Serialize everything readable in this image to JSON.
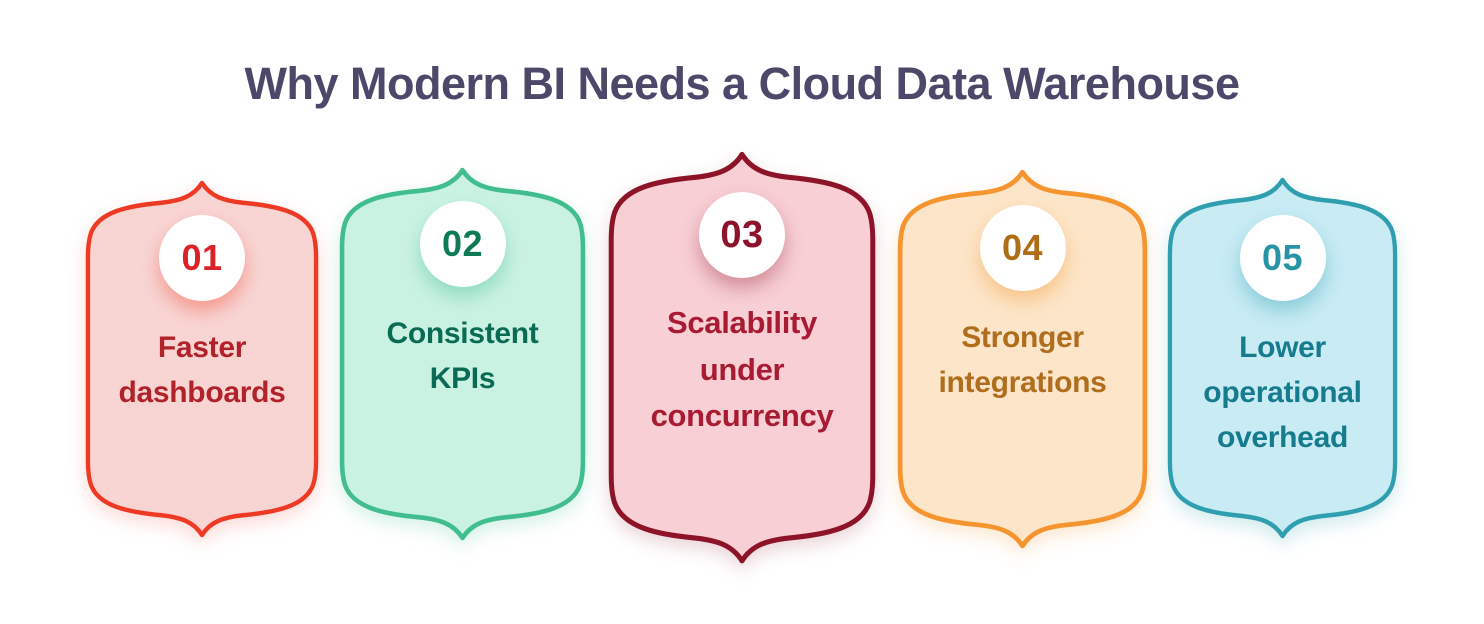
{
  "title": "Why Modern BI Needs a Cloud Data Warehouse",
  "colors": {
    "background": "#FFFFFF",
    "title": "#4B4869"
  },
  "cards": [
    {
      "number": "01",
      "label": "Faster\ndashboards",
      "colors": {
        "border": "#EE3A25",
        "fill": "#F8D5D3",
        "number": "#D92329",
        "text": "#B2222A",
        "shadow": "rgba(238,58,37,0.38)",
        "soft": "rgba(238,58,37,0.18)"
      }
    },
    {
      "number": "02",
      "label": "Consistent\nKPIs",
      "colors": {
        "border": "#41BD8E",
        "fill": "#CAF2E2",
        "number": "#0E7A55",
        "text": "#0A6B55",
        "shadow": "rgba(65,189,142,0.40)",
        "soft": "rgba(65,189,142,0.22)"
      }
    },
    {
      "number": "03",
      "label": "Scalability\nunder\nconcurrency",
      "colors": {
        "border": "#8C1328",
        "fill": "#F8CFD5",
        "number": "#8C132B",
        "text": "#A81B33",
        "shadow": "rgba(140,19,40,0.35)",
        "soft": "rgba(140,19,40,0.18)"
      }
    },
    {
      "number": "04",
      "label": "Stronger\nintegrations",
      "colors": {
        "border": "#F6952F",
        "fill": "#FCE5C8",
        "number": "#B06D15",
        "text": "#B06D1C",
        "shadow": "rgba(246,149,47,0.40)",
        "soft": "rgba(246,149,47,0.22)"
      }
    },
    {
      "number": "05",
      "label": "Lower\noperational\noverhead",
      "colors": {
        "border": "#2F9FB0",
        "fill": "#C8EBF4",
        "number": "#2693A6",
        "text": "#157B8D",
        "shadow": "rgba(47,159,176,0.40)",
        "soft": "rgba(47,159,176,0.22)"
      }
    }
  ]
}
